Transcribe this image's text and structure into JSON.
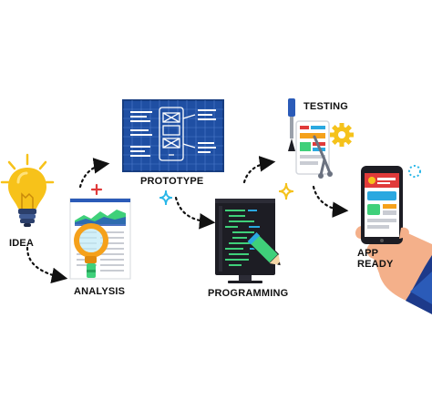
{
  "steps": [
    {
      "id": "idea",
      "label": "IDEA"
    },
    {
      "id": "analysis",
      "label": "ANALYSIS"
    },
    {
      "id": "prototype",
      "label": "PROTOTYPE"
    },
    {
      "id": "programming",
      "label": "PROGRAMMING"
    },
    {
      "id": "testing",
      "label": "TESTING"
    },
    {
      "id": "app_ready",
      "label_line1": "APP",
      "label_line2": "READY"
    }
  ],
  "icons": {
    "idea": "lightbulb-icon",
    "analysis": "magnifier-report-icon",
    "prototype": "blueprint-icon",
    "programming": "code-monitor-icon",
    "testing": "tools-gear-icon",
    "app_ready": "hand-phone-icon"
  },
  "colors": {
    "blueprint": "#1f4fa3",
    "bulb": "#f7c21a",
    "monitor": "#1d1d24",
    "code_green": "#3fd07a",
    "orange": "#f5a11b",
    "red_accent": "#e03a3a",
    "cyan_accent": "#27b6e8",
    "hand_skin": "#f4b08a",
    "sleeve": "#1d3a8a",
    "connector": "#111111"
  }
}
